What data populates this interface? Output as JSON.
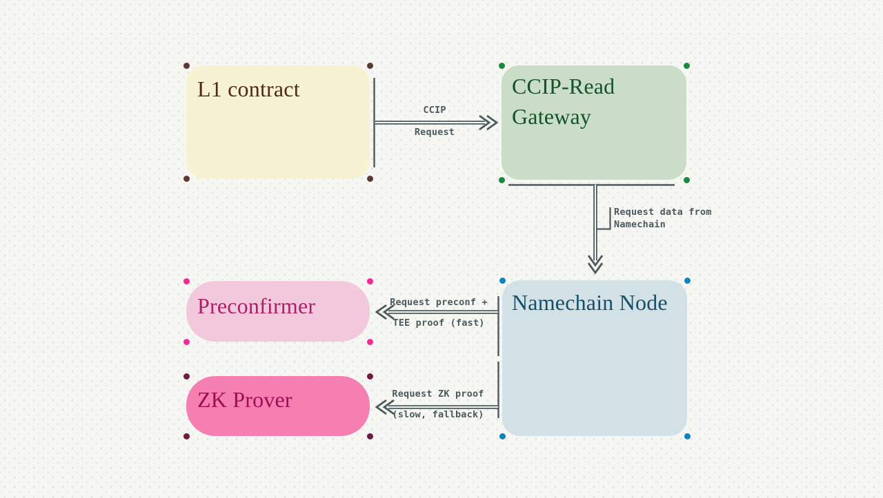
{
  "diagram": {
    "nodes": [
      {
        "id": "l1-contract",
        "label": "L1 contract"
      },
      {
        "id": "ccip-read-gateway",
        "label": "CCIP-Read Gateway"
      },
      {
        "id": "preconfirmer",
        "label": "Preconfirmer"
      },
      {
        "id": "namechain-node",
        "label": "Namechain Node"
      },
      {
        "id": "zk-prover",
        "label": "ZK Prover"
      }
    ],
    "edges": [
      {
        "from": "L1 contract",
        "to": "CCIP-Read Gateway",
        "label_line1": "CCIP",
        "label_line2": "Request"
      },
      {
        "from": "CCIP-Read Gateway",
        "to": "Namechain Node",
        "label_line1": "Request data from",
        "label_line2": "Namechain"
      },
      {
        "from": "Namechain Node",
        "to": "Preconfirmer",
        "label_line1": "Request preconf +",
        "label_line2": "TEE proof (fast)"
      },
      {
        "from": "Namechain Node",
        "to": "ZK Prover",
        "label_line1": "Request ZK proof",
        "label_line2": "(slow, fallback)"
      }
    ],
    "palette": {
      "background": "#f6f6f3",
      "pattern_dot": "#e2e2de",
      "connector": "#4b5a5c",
      "edge_label_text": "#4b5a5c",
      "nodes": {
        "l1_contract": {
          "fill": "#f7f3d2",
          "text": "#4e2a13",
          "handle": "#5c3a34"
        },
        "ccip_read_gateway": {
          "fill": "#caddc6",
          "text": "#15522c",
          "handle": "#168b3d"
        },
        "preconfirmer": {
          "fill": "#f2c9dc",
          "text": "#ad1f66",
          "handle": "#f02b94"
        },
        "namechain_node": {
          "fill": "#d1e1e6",
          "text": "#174f68",
          "handle": "#0e84ba"
        },
        "zk_prover": {
          "fill": "#f57fb1",
          "text": "#9c1053",
          "handle": "#6f1c41"
        }
      }
    }
  }
}
